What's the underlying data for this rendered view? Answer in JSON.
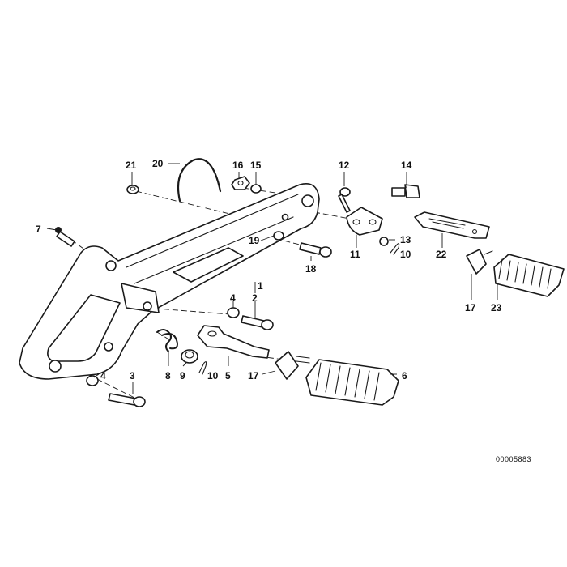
{
  "diagram": {
    "reference_number": "00005883",
    "callouts": {
      "c1": "1",
      "c2": "2",
      "c3": "3",
      "c4a": "4",
      "c4b": "4",
      "c5": "5",
      "c6": "6",
      "c7": "7",
      "c8": "8",
      "c9": "9",
      "c10a": "10",
      "c10b": "10",
      "c11": "11",
      "c12": "12",
      "c13": "13",
      "c14": "14",
      "c15": "15",
      "c16": "16",
      "c17a": "17",
      "c17b": "17",
      "c18": "18",
      "c19": "19",
      "c20": "20",
      "c21": "21",
      "c22": "22",
      "c23": "23"
    }
  }
}
